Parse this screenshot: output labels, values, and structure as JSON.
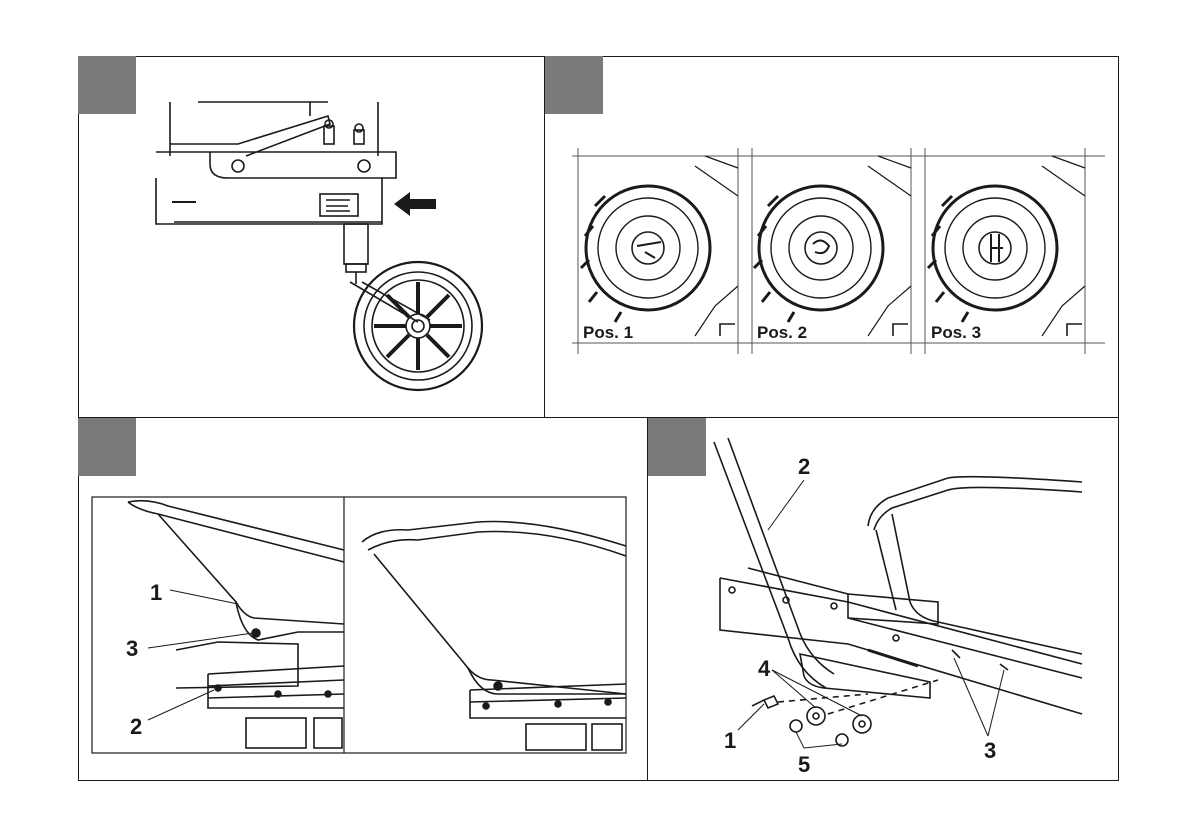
{
  "panels": {
    "top_left": {
      "name": "caster-wheel-detail"
    },
    "top_right": {
      "photos": [
        {
          "label": "Pos. 1"
        },
        {
          "label": "Pos. 2"
        },
        {
          "label": "Pos. 3"
        }
      ]
    },
    "bottom_left": {
      "callouts": {
        "c1": "1",
        "c2": "2",
        "c3": "3"
      }
    },
    "bottom_right": {
      "callouts": {
        "c1": "1",
        "c2": "2",
        "c3": "3",
        "c4": "4",
        "c5": "5"
      }
    }
  },
  "colors": {
    "tab": "#7a7a7a",
    "line": "#1a1a1a"
  }
}
